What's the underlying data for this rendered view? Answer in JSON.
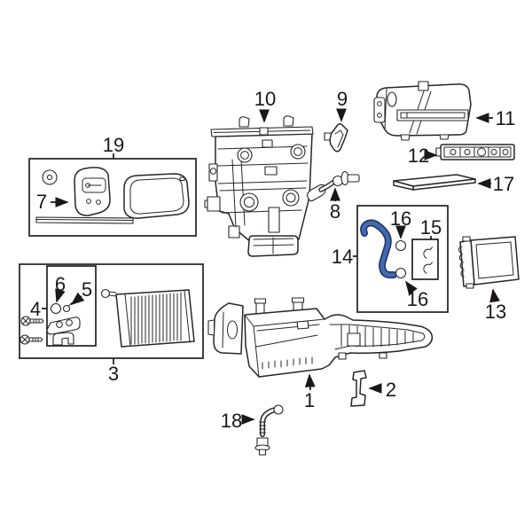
{
  "diagram": {
    "callouts": [
      "1",
      "2",
      "3",
      "4",
      "5",
      "6",
      "7",
      "8",
      "9",
      "10",
      "11",
      "12",
      "13",
      "14",
      "15",
      "16",
      "17",
      "18",
      "19"
    ],
    "colors": {
      "background": "#ffffff",
      "line": "#2a2526",
      "label_text": "#1b1718",
      "highlight_fill": "#4569ac",
      "highlight_stroke": "#1e3a6e"
    }
  }
}
